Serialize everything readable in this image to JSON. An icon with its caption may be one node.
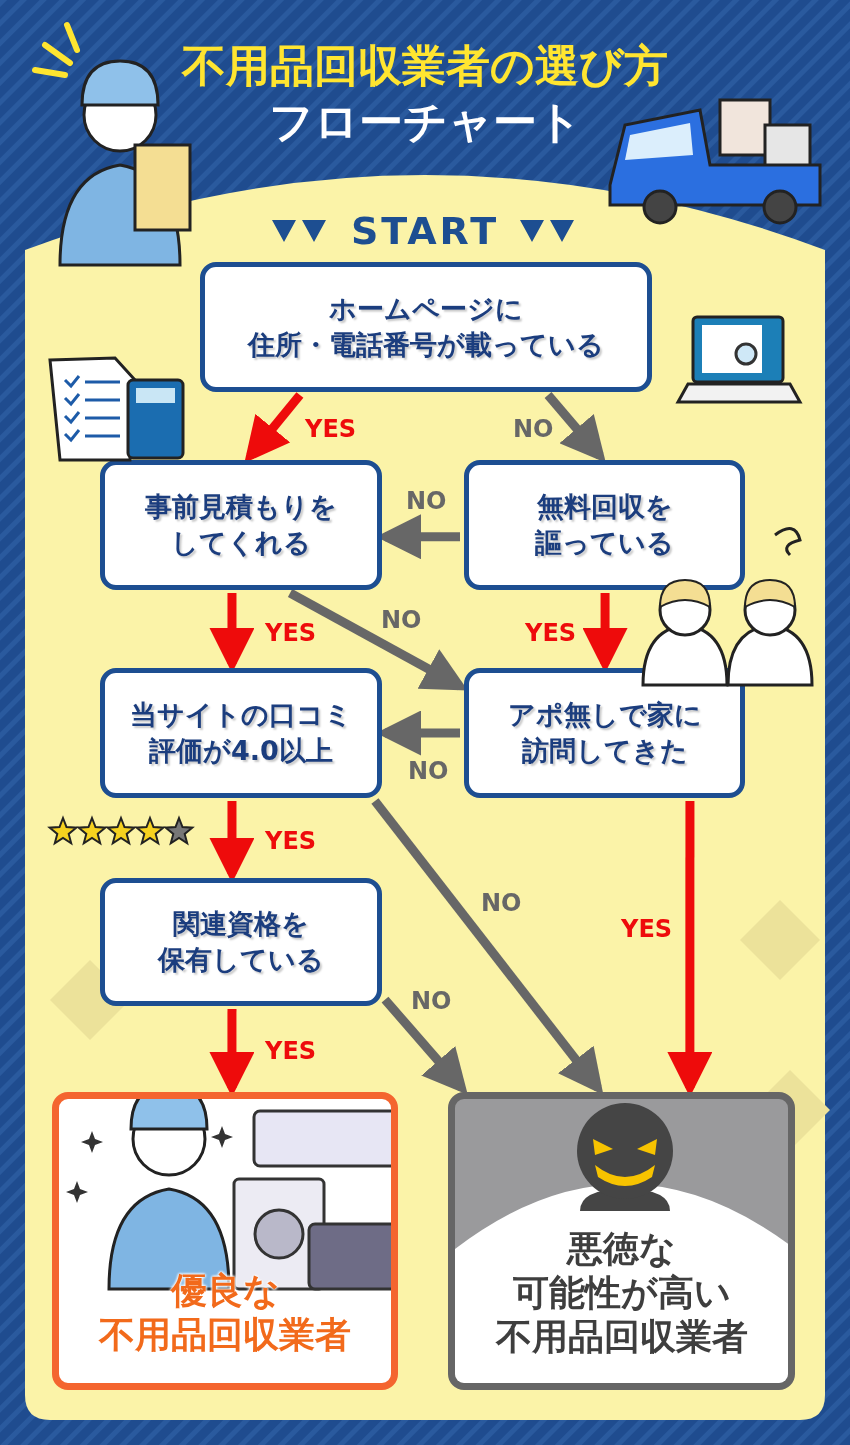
{
  "diagram": {
    "title": "不用品回収業者の選び方フローチャート",
    "nodes": [
      {
        "text": [
          "ホームページに住所・電話番号が載っている"
        ]
      },
      {
        "text": [
          "事前見積もりをしてくれる"
        ]
      },
      {
        "text": [
          "無料回収を謳っている"
        ]
      },
      {
        "text": [
          "当サイトの口コミ評価が4.0以上"
        ]
      },
      {
        "text": [
          "アポ無しで家に訪問してきた"
        ]
      },
      {
        "text": [
          "関連資格を保有している"
        ]
      },
      {
        "text": [
          "優良な不用品回収業者"
        ]
      },
      {
        "text": [
          "悪徳な可能性が高い不用品回収業者"
        ]
      }
    ],
    "edges": [
      {
        "from": 0,
        "to": 1,
        "arrow": "to",
        "label": "YES",
        "color": "#ee0b0b"
      },
      {
        "from": 0,
        "to": 2,
        "arrow": "to",
        "label": "NO",
        "color": "#676767"
      },
      {
        "from": 2,
        "to": 1,
        "arrow": "to",
        "label": "NO",
        "color": "#676767"
      },
      {
        "from": 1,
        "to": 3,
        "arrow": "to",
        "label": "YES",
        "color": "#ee0b0b"
      },
      {
        "from": 1,
        "to": 4,
        "arrow": "to",
        "label": "NO",
        "color": "#676767"
      },
      {
        "from": 2,
        "to": 4,
        "arrow": "to",
        "label": "YES",
        "color": "#ee0b0b"
      },
      {
        "from": 4,
        "to": 3,
        "arrow": "to",
        "label": "NO",
        "color": "#676767"
      },
      {
        "from": 3,
        "to": 5,
        "arrow": "to",
        "label": "YES",
        "color": "#ee0b0b"
      },
      {
        "from": 3,
        "to": 7,
        "arrow": "to",
        "label": "NO",
        "color": "#676767"
      },
      {
        "from": 5,
        "to": 6,
        "arrow": "to",
        "label": "YES",
        "color": "#ee0b0b"
      },
      {
        "from": 5,
        "to": 7,
        "arrow": "to",
        "label": "NO",
        "color": "#676767"
      },
      {
        "from": 4,
        "to": 7,
        "arrow": "to",
        "label": "YES",
        "color": "#ee0b0b"
      }
    ],
    "labels": [
      "START"
    ]
  }
}
